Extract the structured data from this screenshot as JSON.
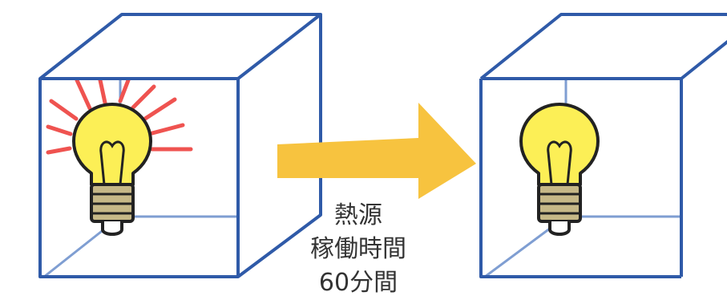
{
  "colors": {
    "box": "#2f5aa8",
    "axes": "#7f9ed2",
    "arrow": "#f7c33f",
    "bulb": "#fcef56",
    "rays": "#ef5350",
    "base": "#c6b887",
    "outline": "#222222"
  },
  "icons": [
    "light-bulb-icon",
    "light-bulb-icon",
    "right-arrow-icon"
  ],
  "left_panel": {
    "state": "lit"
  },
  "right_panel": {
    "state": "unlit"
  },
  "caption": {
    "line1": "熱源",
    "line2": "稼働時間",
    "line3": "60分間"
  }
}
